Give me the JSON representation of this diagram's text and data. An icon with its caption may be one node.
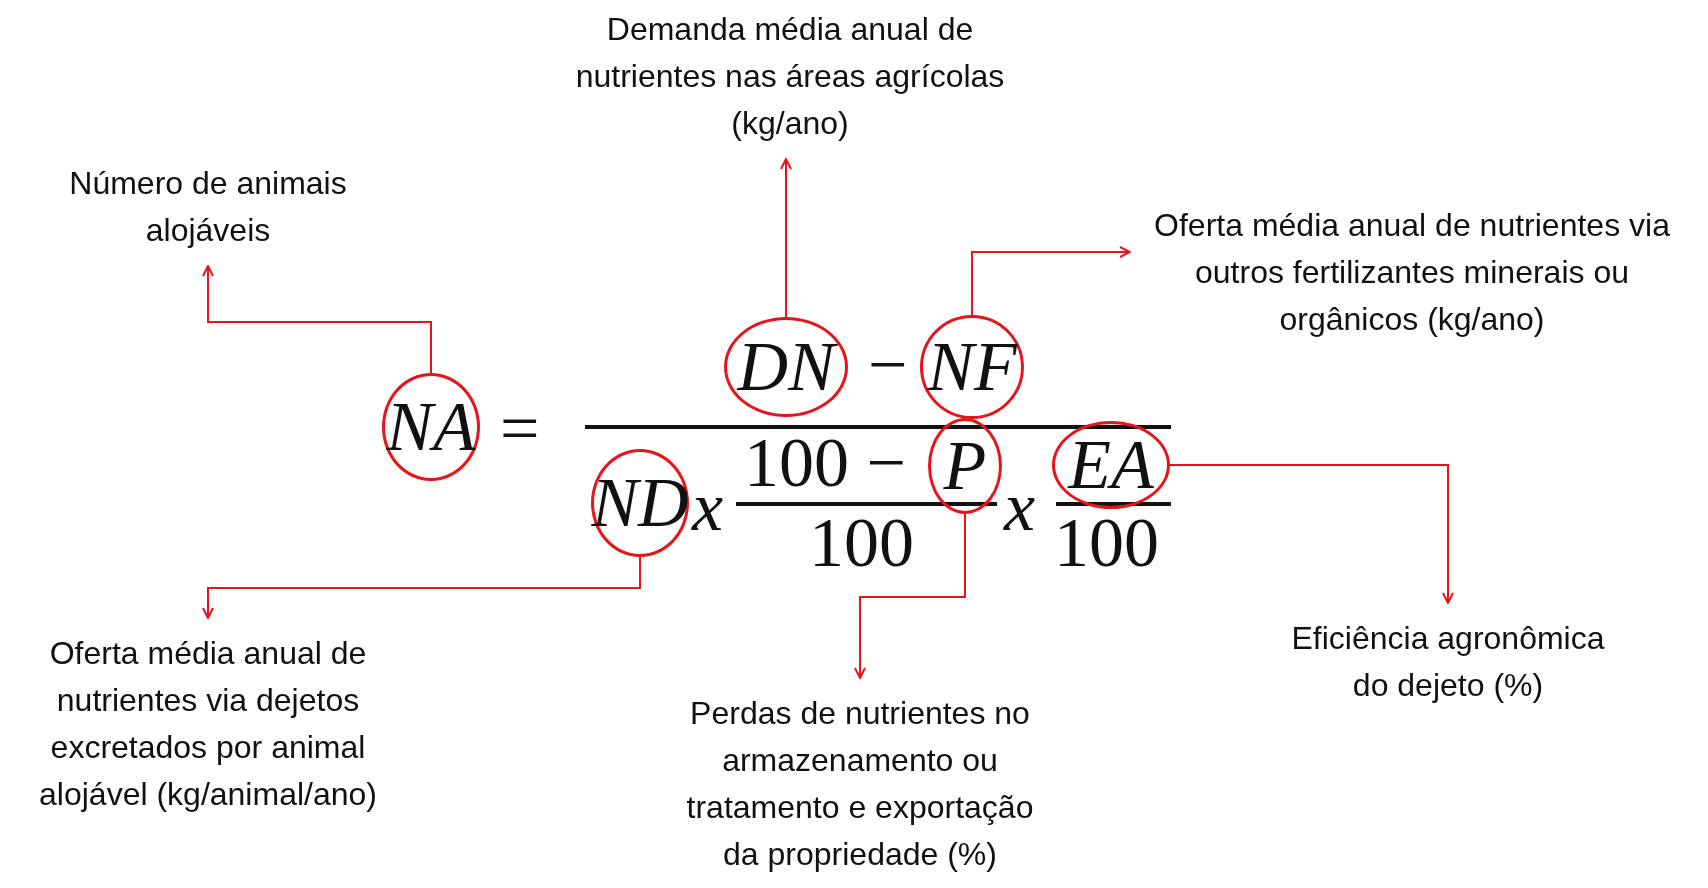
{
  "diagram": {
    "nodes": [
      {
        "text": [
          "Número de animais alojáveis"
        ]
      },
      {
        "text": [
          "Demanda média anual de nutrientes nas áreas agrícolas (kg/ano)"
        ]
      },
      {
        "text": [
          "Oferta média anual de nutrientes via outros fertilizantes minerais ou orgânicos (kg/ano)"
        ]
      },
      {
        "text": [
          "NA"
        ]
      },
      {
        "text": [
          "DN"
        ]
      },
      {
        "text": [
          "NF"
        ]
      },
      {
        "text": [
          "P"
        ]
      },
      {
        "text": [
          "EA"
        ]
      },
      {
        "text": [
          "ND"
        ]
      },
      {
        "text": [
          "Oferta média anual de nutrientes via dejetos excretados por animal alojável (kg/animal/ano)"
        ]
      },
      {
        "text": [
          "Perdas de nutrientes no armazenamento ou tratamento e exportação da propriedade (%)"
        ]
      },
      {
        "text": [
          "Eficiência agronômica do dejeto (%)"
        ]
      }
    ],
    "edges": [
      {
        "from": 3,
        "to": 0,
        "arrow": "to"
      },
      {
        "from": 4,
        "to": 1,
        "arrow": "to"
      },
      {
        "from": 5,
        "to": 2,
        "arrow": "to"
      },
      {
        "from": 8,
        "to": 9,
        "arrow": "to"
      },
      {
        "from": 6,
        "to": 10,
        "arrow": "to"
      },
      {
        "from": 7,
        "to": 11,
        "arrow": "to"
      }
    ],
    "labels": [
      "−",
      "=",
      "100 −",
      "x",
      "x",
      "100",
      "100"
    ]
  }
}
